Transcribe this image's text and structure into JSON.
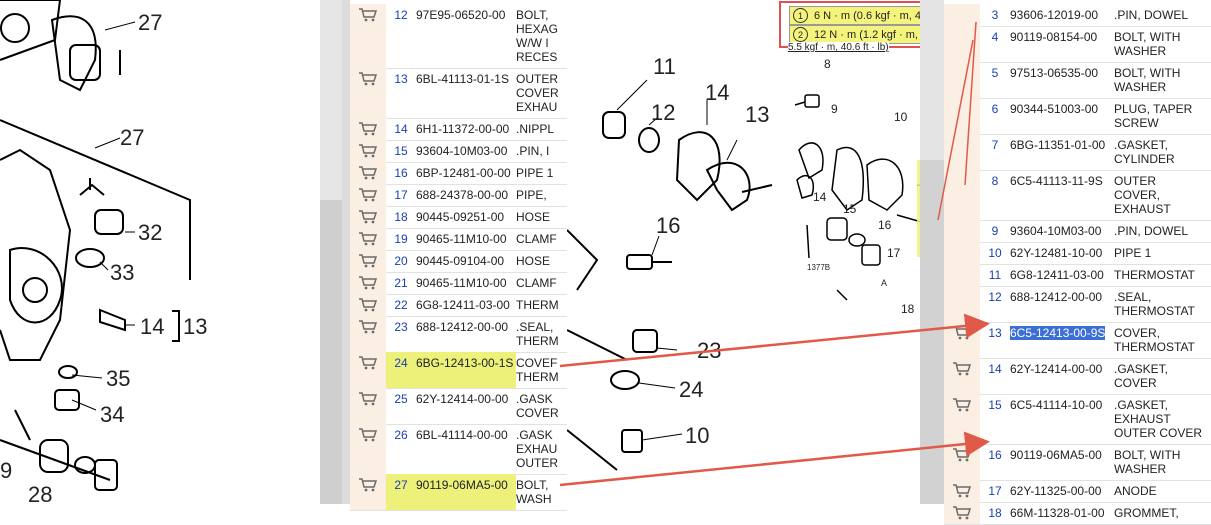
{
  "left_diagram": {
    "callouts": [
      "27",
      "27",
      "32",
      "33",
      "14",
      "13",
      "35",
      "34",
      "28",
      "9"
    ]
  },
  "middle_table": {
    "rows": [
      {
        "num": "12",
        "pn": "97E95-06520-00",
        "desc": "BOLT,\nHEXAG\nW/W I\nRECES"
      },
      {
        "num": "13",
        "pn": "6BL-41113-01-1S",
        "desc": "OUTER\nCOVER\nEXHAU"
      },
      {
        "num": "14",
        "pn": "6H1-11372-00-00",
        "desc": ".NIPPL"
      },
      {
        "num": "15",
        "pn": "93604-10M03-00",
        "desc": ".PIN, I"
      },
      {
        "num": "16",
        "pn": "6BP-12481-00-00",
        "desc": "PIPE 1"
      },
      {
        "num": "17",
        "pn": "688-24378-00-00",
        "desc": "PIPE,"
      },
      {
        "num": "18",
        "pn": "90445-09251-00",
        "desc": "HOSE"
      },
      {
        "num": "19",
        "pn": "90465-11M10-00",
        "desc": "CLAMF"
      },
      {
        "num": "20",
        "pn": "90445-09104-00",
        "desc": "HOSE"
      },
      {
        "num": "21",
        "pn": "90465-11M10-00",
        "desc": "CLAMF"
      },
      {
        "num": "22",
        "pn": "6G8-12411-03-00",
        "desc": "THERM"
      },
      {
        "num": "23",
        "pn": "688-12412-00-00",
        "desc": ".SEAL,\nTHERM"
      },
      {
        "num": "24",
        "pn": "6BG-12413-00-1S",
        "desc": "COVEF\nTHERM"
      },
      {
        "num": "25",
        "pn": "62Y-12414-00-00",
        "desc": ".GASK\nCOVER"
      },
      {
        "num": "26",
        "pn": "6BL-41114-00-00",
        "desc": ".GASK\nEXHAU\nOUTER"
      },
      {
        "num": "27",
        "pn": "90119-06MA5-00",
        "desc": "BOLT,\nWASH"
      }
    ]
  },
  "middle_diagram": {
    "callouts": [
      "11",
      "12",
      "14",
      "13",
      "16",
      "23",
      "24",
      "10"
    ]
  },
  "inset": {
    "callouts": [
      "8",
      "9",
      "10",
      "11",
      "14",
      "15",
      "16",
      "17",
      "8",
      "18"
    ],
    "torque1_num": "1",
    "torque1": "6 N · m (0.6 kgf · m, 4.4 ft · lb)",
    "torque2_num": "2",
    "torque2": "12 N · m (1.2 kgf · m, 8.9 ft · lb)",
    "spec_partial": "5.5 kgf · m, 40.6 ft · lb)",
    "label_1377b": "1377B",
    "label_a": "A"
  },
  "right_table": {
    "rows": [
      {
        "num": "3",
        "pn": "93606-12019-00",
        "desc": ".PIN, DOWEL"
      },
      {
        "num": "4",
        "pn": "90119-08154-00",
        "desc": "BOLT, WITH\nWASHER"
      },
      {
        "num": "5",
        "pn": "97513-06535-00",
        "desc": "BOLT, WITH\nWASHER"
      },
      {
        "num": "6",
        "pn": "90344-51003-00",
        "desc": "PLUG, TAPER\nSCREW"
      },
      {
        "num": "7",
        "pn": "6BG-11351-01-00",
        "desc": ".GASKET,\nCYLINDER"
      },
      {
        "num": "8",
        "pn": "6C5-41113-11-9S",
        "desc": "OUTER\nCOVER,\nEXHAUST"
      },
      {
        "num": "9",
        "pn": "93604-10M03-00",
        "desc": ".PIN, DOWEL"
      },
      {
        "num": "10",
        "pn": "62Y-12481-10-00",
        "desc": "PIPE 1"
      },
      {
        "num": "11",
        "pn": "6G8-12411-03-00",
        "desc": "THERMOSTAT"
      },
      {
        "num": "12",
        "pn": "688-12412-00-00",
        "desc": ".SEAL,\nTHERMOSTAT"
      },
      {
        "num": "13",
        "pn": "6C5-12413-00-9S",
        "desc": "COVER,\nTHERMOSTAT"
      },
      {
        "num": "14",
        "pn": "62Y-12414-00-00",
        "desc": ".GASKET,\nCOVER"
      },
      {
        "num": "15",
        "pn": "6C5-41114-10-00",
        "desc": ".GASKET,\nEXHAUST\nOUTER COVER"
      },
      {
        "num": "16",
        "pn": "90119-06MA5-00",
        "desc": "BOLT, WITH\nWASHER"
      },
      {
        "num": "17",
        "pn": "62Y-11325-00-00",
        "desc": "ANODE"
      },
      {
        "num": "18",
        "pn": "66M-11328-01-00",
        "desc": "GROMMET,"
      }
    ]
  },
  "colors": {
    "highlight": "#edf17a",
    "arrow": "#e05a4a",
    "link": "#1a3fb3",
    "selection": "#3c6fd6"
  }
}
